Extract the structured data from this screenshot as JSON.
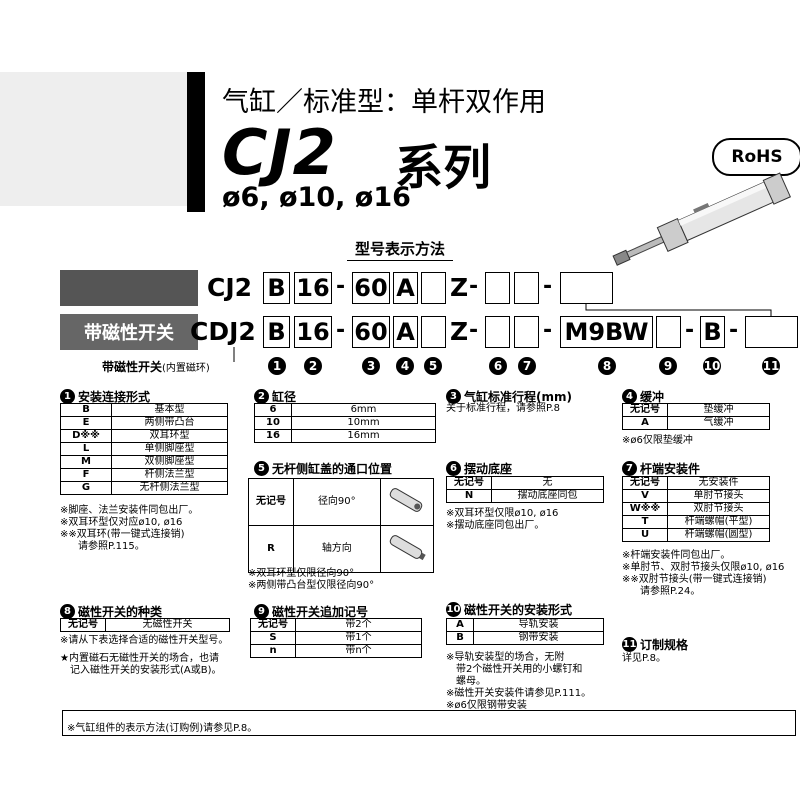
{
  "header": {
    "subtitle": "气缸／标准型：单杆双作用",
    "series_code": "CJ2",
    "series_word": "系列",
    "bores": "ø6, ø10, ø16",
    "rohs": "RoHS"
  },
  "code": {
    "title": "型号表示方法",
    "row2_label": "带磁性开关",
    "row1_prefix": "CJ2",
    "row2_prefix": "CDJ2",
    "mount": "B",
    "bore": "16",
    "stroke": "60",
    "cushion": "A",
    "z": "Z",
    "switch": "M9BW",
    "mount_b": "B",
    "mag_label": "带磁性开关",
    "mag_label_small": "(内置磁环)",
    "dash": "-",
    "n1": "1",
    "n2": "2",
    "n3": "3",
    "n4": "4",
    "n5": "5",
    "n6": "6",
    "n7": "7",
    "n8": "8",
    "n9": "9",
    "n10": "10",
    "n11": "11"
  },
  "s1": {
    "num": "1",
    "title": "安装连接形式",
    "rows": [
      [
        "B",
        "基本型"
      ],
      [
        "E",
        "两侧带凸台"
      ],
      [
        "D※※",
        "双耳环型"
      ],
      [
        "L",
        "单侧脚座型"
      ],
      [
        "M",
        "双侧脚座型"
      ],
      [
        "F",
        "杆侧法兰型"
      ],
      [
        "G",
        "无杆侧法兰型"
      ]
    ],
    "notes": [
      "※脚座、法兰安装件同包出厂。",
      "※双耳环型仅对应ø10, ø16",
      "※※双耳环(带一键式连接销)",
      "请参照P.115。"
    ]
  },
  "s2": {
    "num": "2",
    "title": "缸径",
    "rows": [
      [
        "6",
        "6mm"
      ],
      [
        "10",
        "10mm"
      ],
      [
        "16",
        "16mm"
      ]
    ]
  },
  "s3": {
    "num": "3",
    "title": "气缸标准行程(mm)",
    "note": "关于标准行程，请参照P.8"
  },
  "s4": {
    "num": "4",
    "title": "缓冲",
    "rows": [
      [
        "无记号",
        "垫缓冲"
      ],
      [
        "A",
        "气缓冲"
      ]
    ],
    "note": "※ø6仅限垫缓冲"
  },
  "s5": {
    "num": "5",
    "title": "无杆侧缸盖的通口位置",
    "rows": [
      [
        "无记号",
        "径向90°"
      ],
      [
        "R",
        "轴方向"
      ]
    ],
    "notes": [
      "※双耳环型仅限径向90°",
      "※两侧带凸台型仅限径向90°"
    ]
  },
  "s6": {
    "num": "6",
    "title": "摆动底座",
    "rows": [
      [
        "无记号",
        "无"
      ],
      [
        "N",
        "摆动底座同包"
      ]
    ],
    "notes": [
      "※双耳环型仅限ø10, ø16",
      "※摆动底座同包出厂。"
    ]
  },
  "s7": {
    "num": "7",
    "title": "杆端安装件",
    "rows": [
      [
        "无记号",
        "无安装件"
      ],
      [
        "V",
        "单肘节接头"
      ],
      [
        "W※※",
        "双肘节接头"
      ],
      [
        "T",
        "杆端螺帽(平型)"
      ],
      [
        "U",
        "杆端螺帽(圆型)"
      ]
    ],
    "notes": [
      "※杆端安装件同包出厂。",
      "※单肘节、双肘节接头仅限ø10, ø16",
      "※※双肘节接头(带一键式连接销)",
      "请参照P.24。"
    ]
  },
  "s8": {
    "num": "8",
    "title": "磁性开关的种类",
    "rows": [
      [
        "无记号",
        "无磁性开关"
      ]
    ],
    "notes": [
      "※请从下表选择合适的磁性开关型号。",
      "★内置磁石无磁性开关的场合，也请",
      "记入磁性开关的安装形式(A或B)。"
    ]
  },
  "s9": {
    "num": "9",
    "title": "磁性开关追加记号",
    "rows": [
      [
        "无记号",
        "带2个"
      ],
      [
        "S",
        "带1个"
      ],
      [
        "n",
        "带n个"
      ]
    ]
  },
  "s10": {
    "num": "10",
    "title": "磁性开关的安装形式",
    "rows": [
      [
        "A",
        "导轨安装"
      ],
      [
        "B",
        "钢带安装"
      ]
    ],
    "notes": [
      "※导轨安装型的场合，无附",
      "带2个磁性开关用的小螺钉和",
      "螺母。",
      "※磁性开关安装件请参见P.111。",
      "※ø6仅限钢带安装"
    ]
  },
  "s11": {
    "num": "11",
    "title": "订制规格",
    "note": "详见P.8。"
  },
  "footer": "※气缸组件的表示方法(订购例)请参见P.8。"
}
